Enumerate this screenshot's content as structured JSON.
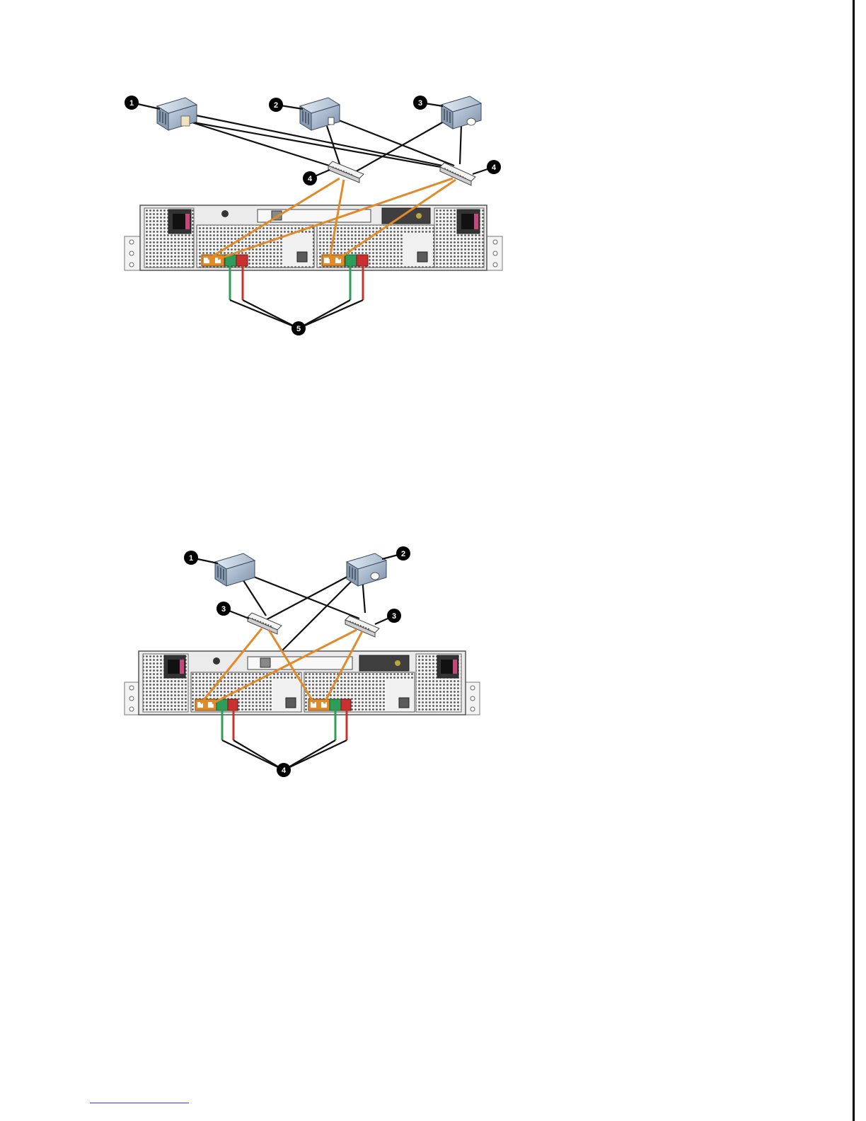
{
  "figures": [
    {
      "callouts": [
        "1",
        "2",
        "3",
        "4",
        "4",
        "5"
      ]
    },
    {
      "callouts": [
        "1",
        "2",
        "3",
        "3",
        "4"
      ]
    }
  ],
  "colors": {
    "host_cable": "#111111",
    "orange_cable": "#e08a2a",
    "green_cable": "#2e9d5a",
    "red_cable": "#c8312f",
    "chassis": "#eeeeee"
  }
}
